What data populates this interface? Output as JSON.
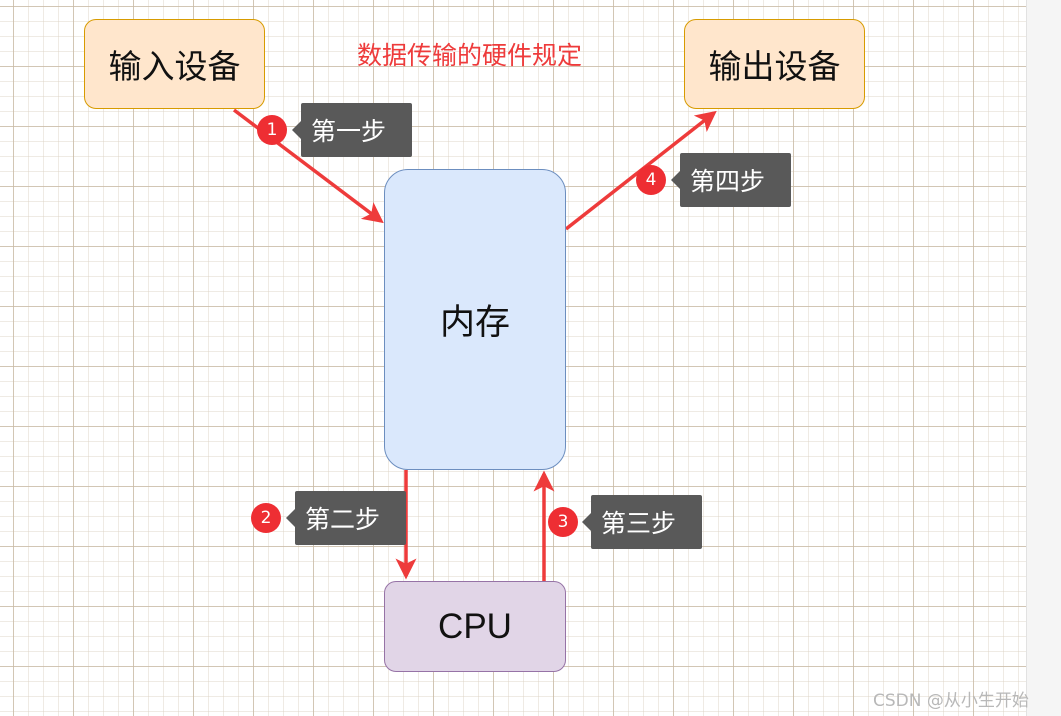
{
  "diagram": {
    "title": "数据传输的硬件规定",
    "nodes": {
      "input_device": "输入设备",
      "output_device": "输出设备",
      "memory": "内存",
      "cpu": "CPU"
    },
    "steps": [
      {
        "number": "1",
        "label": "第一步"
      },
      {
        "number": "2",
        "label": "第二步"
      },
      {
        "number": "3",
        "label": "第三步"
      },
      {
        "number": "4",
        "label": "第四步"
      }
    ]
  },
  "watermark": "CSDN @从小生开始",
  "colors": {
    "arrow": "#ee3b3b",
    "badge": "#ee2e33",
    "callout_bg": "#595959",
    "io_fill": "#ffe6cc",
    "io_stroke": "#d79b00",
    "memory_fill": "#dae8fc",
    "memory_stroke": "#6c8ebf",
    "cpu_fill": "#e1d5e7",
    "cpu_stroke": "#9673a6"
  }
}
